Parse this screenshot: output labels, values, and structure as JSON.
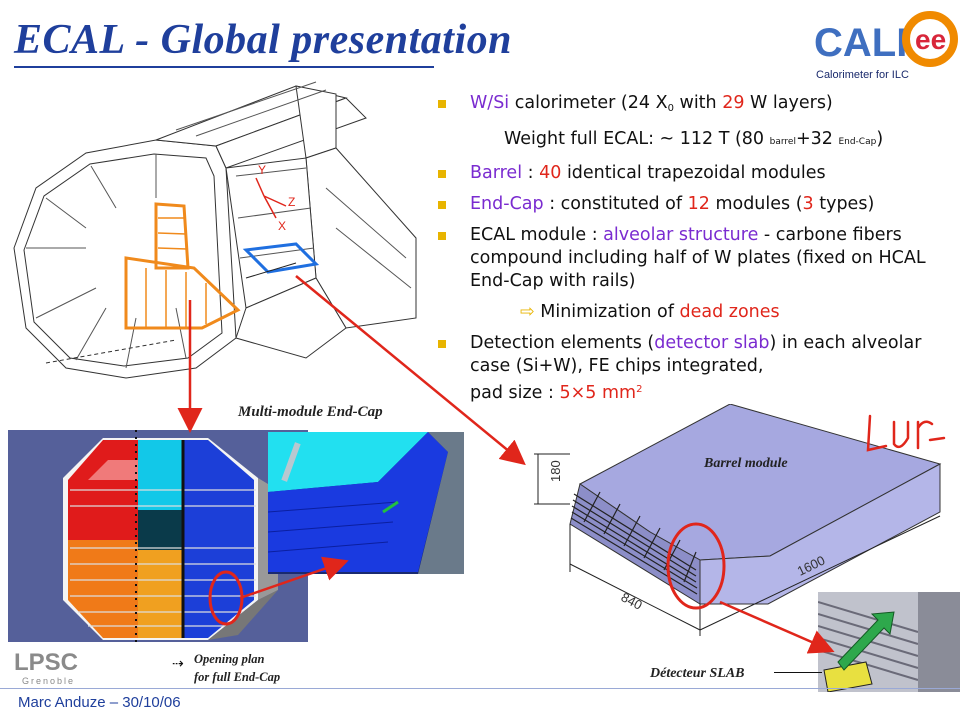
{
  "title": "ECAL - Global presentation",
  "logo": {
    "name": "CALICE",
    "text_a": "CALI",
    "text_b": "ee",
    "tagline": "Calorimeter for ILC"
  },
  "bullets": {
    "b1": {
      "a": "W/Si",
      "b": " calorimeter (24 X",
      "b_sub": "0",
      "c": " with ",
      "d": "29",
      "e": " W layers)"
    },
    "b1_line": {
      "a": "Weight full ECAL: ~ 112 T (80 ",
      "a_small": "barrel",
      "b": "+32 ",
      "b_small": "End-Cap",
      "c": ")"
    },
    "b2": {
      "a": "Barrel",
      "b": " : ",
      "c": "40",
      "d": " identical trapezoidal modules"
    },
    "b3": {
      "a": "End-Cap",
      "b": " : constituted of ",
      "c": "12",
      "d": " modules (",
      "e": "3",
      "f": " types)"
    },
    "b4": {
      "a": "ECAL module : ",
      "b": "alveolar structure",
      "c": "  - carbone fibers compound including half of W plates (fixed on HCAL End-Cap with rails)"
    },
    "b4_line": {
      "arrow": "⇨",
      "a": " Minimization of ",
      "b": "dead zones"
    },
    "b5": {
      "a": "Detection elements (",
      "b": "detector slab",
      "c": ") in each alveolar case (Si+W), FE chips integrated,",
      "d": "pad size : ",
      "e": "5×5",
      "f": " mm",
      "f_sup": "2"
    }
  },
  "captions": {
    "multi_module": "Multi-module End-Cap",
    "barrel_module": "Barrel module",
    "opening_plan_1": "Opening plan",
    "opening_plan_2": "for full End-Cap",
    "detecteur_slab": "Détecteur SLAB",
    "handwritten": "LUR"
  },
  "dimensions": {
    "height": "180",
    "width": "840",
    "length": "1600"
  },
  "footer": {
    "author": "Marc Anduze",
    "date": " – 30/10/06"
  },
  "lpsc_logo": {
    "main": "LPSC",
    "sub": "Grenoble"
  },
  "colors": {
    "title": "#1f3f9c",
    "accent_purple": "#7a2bd0",
    "accent_red": "#e0261b",
    "bullet": "#e8b400",
    "arrow": "#e0261b"
  }
}
